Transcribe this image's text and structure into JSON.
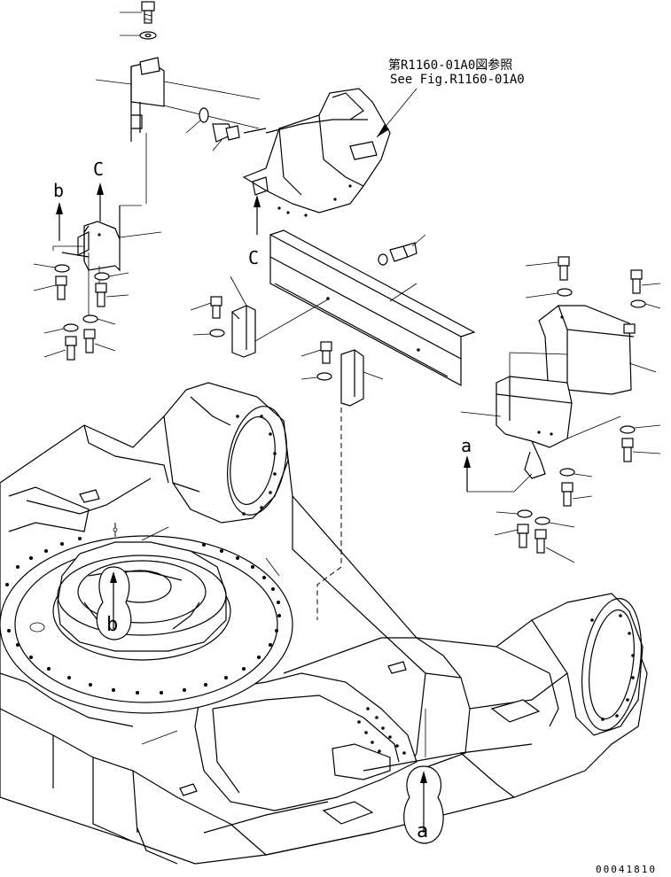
{
  "reference_note": {
    "line1": "第R1160-01A0図参照",
    "line2": "See Fig.R1160-01A0"
  },
  "view_labels": {
    "c_upper": "C",
    "c_lower": "C",
    "b_upper": "b",
    "b_lower": "b",
    "a_upper": "a",
    "a_lower": "a"
  },
  "drawing_number": "00041810"
}
